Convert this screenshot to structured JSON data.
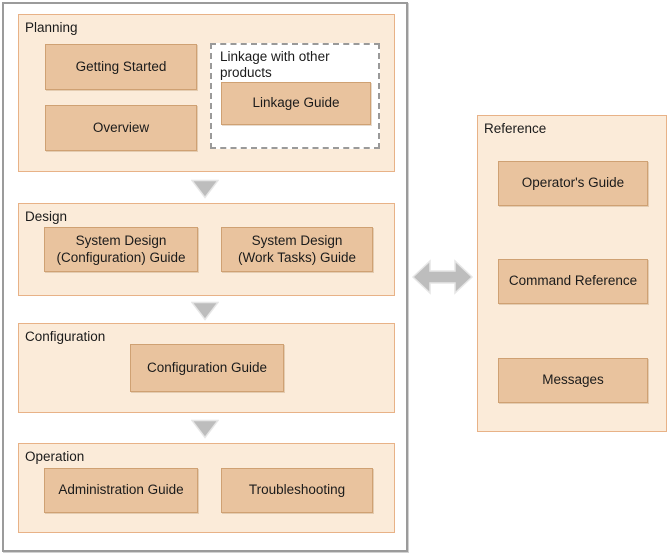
{
  "colors": {
    "section_fill": "#fbebd9",
    "section_border": "#e8b287",
    "button_fill": "#e9c39e",
    "button_border": "#cfa173",
    "outer_border": "#9b9b9b",
    "arrow_fill": "#bdbdbd",
    "arrow_outline": "#e6e6e6",
    "dashed_border": "#9a9a9a",
    "text": "#1b1b1b"
  },
  "icons": {
    "flow_down_arrow": "down-triangle-arrow",
    "bidirectional_arrow": "left-right-double-arrow"
  },
  "left": {
    "sections": [
      {
        "label": "Planning",
        "buttons": [
          "Getting Started",
          "Overview"
        ],
        "linkage_group": {
          "label": "Linkage with other\nproducts",
          "button": "Linkage Guide"
        }
      },
      {
        "label": "Design",
        "buttons": [
          "System Design\n(Configuration) Guide",
          "System Design\n(Work Tasks) Guide"
        ]
      },
      {
        "label": "Configuration",
        "buttons": [
          "Configuration Guide"
        ]
      },
      {
        "label": "Operation",
        "buttons": [
          "Administration Guide",
          "Troubleshooting"
        ]
      }
    ]
  },
  "right": {
    "label": "Reference",
    "buttons": [
      "Operator's Guide",
      "Command Reference",
      "Messages"
    ]
  }
}
